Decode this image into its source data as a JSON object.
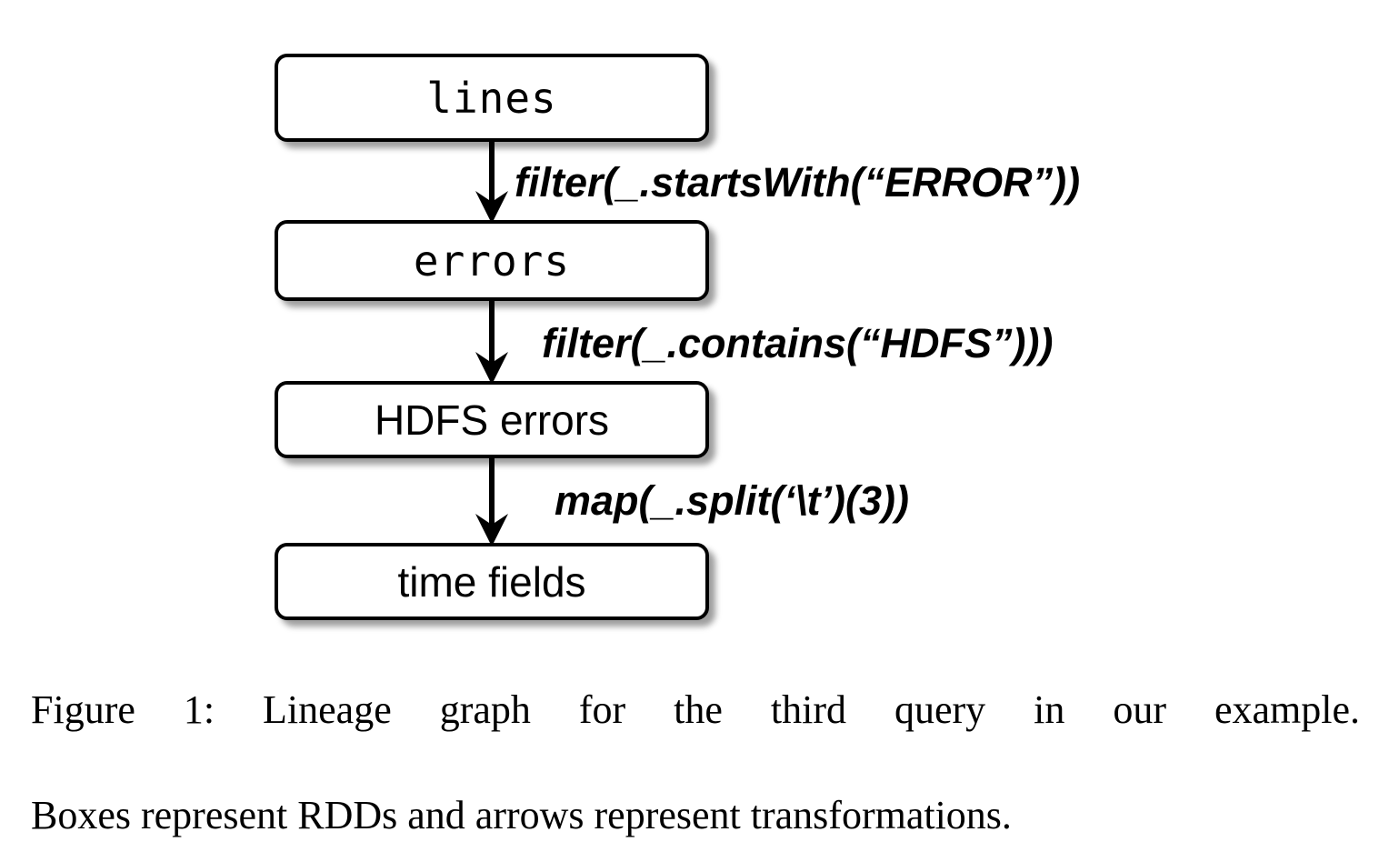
{
  "figure": {
    "id": "figure-1",
    "caption_prefix": "Figure 1:",
    "caption_line_1": "Figure 1: Lineage graph for the third query in our example.",
    "caption_line_2": "Boxes represent RDDs and arrows represent transformations.",
    "caption_full": "Figure 1: Lineage graph for the third query in our example. Boxes represent RDDs and arrows represent transformations.",
    "background_color": "#ffffff",
    "ink_color": "#000000"
  },
  "diagram": {
    "type": "flow-graph",
    "orientation": "vertical",
    "node_count": 4,
    "edge_count": 3,
    "nodes": [
      {
        "id": "lines",
        "label": "lines",
        "font": "monospace"
      },
      {
        "id": "errors",
        "label": "errors",
        "font": "monospace"
      },
      {
        "id": "hdfs-errors",
        "label": "HDFS errors",
        "font": "sans-serif"
      },
      {
        "id": "time-fields",
        "label": "time fields",
        "font": "sans-serif"
      }
    ],
    "edges": [
      {
        "id": "edge-1",
        "from": "lines",
        "to": "errors",
        "label": "filter(_.startsWith(“ERROR”))",
        "arrow": "down-arrow-icon"
      },
      {
        "id": "edge-2",
        "from": "errors",
        "to": "hdfs-errors",
        "label": "filter(_.contains(“HDFS”)))",
        "arrow": "down-arrow-icon"
      },
      {
        "id": "edge-3",
        "from": "hdfs-errors",
        "to": "time-fields",
        "label": "map(_.split(‘\\t’)(3))",
        "arrow": "down-arrow-icon"
      }
    ]
  }
}
